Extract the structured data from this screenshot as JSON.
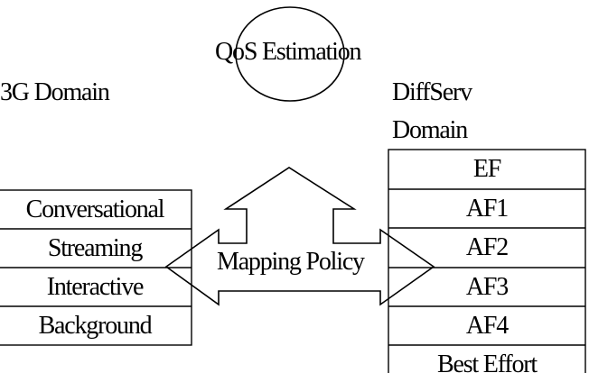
{
  "diagram": {
    "qos_label": "QoS Estimation",
    "left_domain_label": "3G Domain",
    "right_domain_label": [
      "DiffServ",
      "Domain"
    ],
    "mapping_label": "Mapping Policy",
    "umts_classes": [
      "Conversational",
      "Streaming",
      "Interactive",
      "Background"
    ],
    "diffserv_classes": [
      "EF",
      "AF1",
      "AF2",
      "AF3",
      "AF4",
      "Best Effort"
    ]
  }
}
